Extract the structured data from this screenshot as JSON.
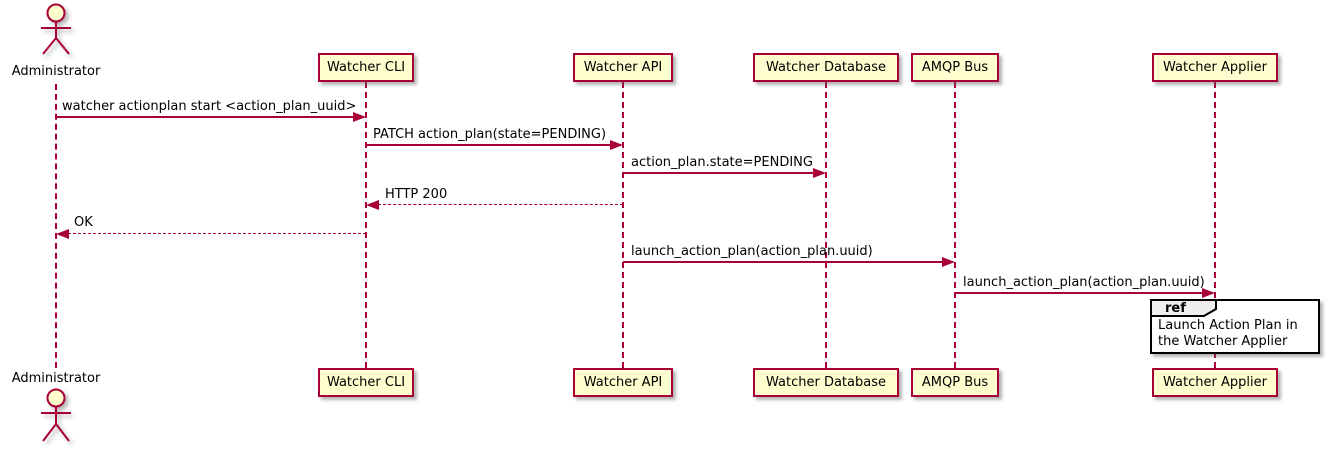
{
  "diagram": {
    "type": "sequence",
    "actor": {
      "name": "Administrator"
    },
    "participants": [
      {
        "label": "Watcher CLI"
      },
      {
        "label": "Watcher API"
      },
      {
        "label": "Watcher Database"
      },
      {
        "label": "AMQP Bus"
      },
      {
        "label": "Watcher Applier"
      }
    ],
    "messages": [
      {
        "text": "watcher actionplan start <action_plan_uuid>",
        "from": "Administrator",
        "to": "Watcher CLI",
        "style": "solid"
      },
      {
        "text": "PATCH action_plan(state=PENDING)",
        "from": "Watcher CLI",
        "to": "Watcher API",
        "style": "solid"
      },
      {
        "text": "action_plan.state=PENDING",
        "from": "Watcher API",
        "to": "Watcher Database",
        "style": "solid"
      },
      {
        "text": "HTTP 200",
        "from": "Watcher API",
        "to": "Watcher CLI",
        "style": "dashed"
      },
      {
        "text": "OK",
        "from": "Watcher CLI",
        "to": "Administrator",
        "style": "dashed"
      },
      {
        "text": "launch_action_plan(action_plan.uuid)",
        "from": "Watcher API",
        "to": "AMQP Bus",
        "style": "solid"
      },
      {
        "text": "launch_action_plan(action_plan.uuid)",
        "from": "AMQP Bus",
        "to": "Watcher Applier",
        "style": "solid"
      }
    ],
    "ref": {
      "keyword": "ref",
      "text": "Launch Action Plan in the Watcher Applier"
    },
    "colors": {
      "participant_fill": "#FEFECE",
      "participant_border": "#A80036",
      "line": "#A80036",
      "text": "#000000",
      "ref_border": "#000000",
      "ref_tab_fill": "#EEEEEE"
    }
  }
}
